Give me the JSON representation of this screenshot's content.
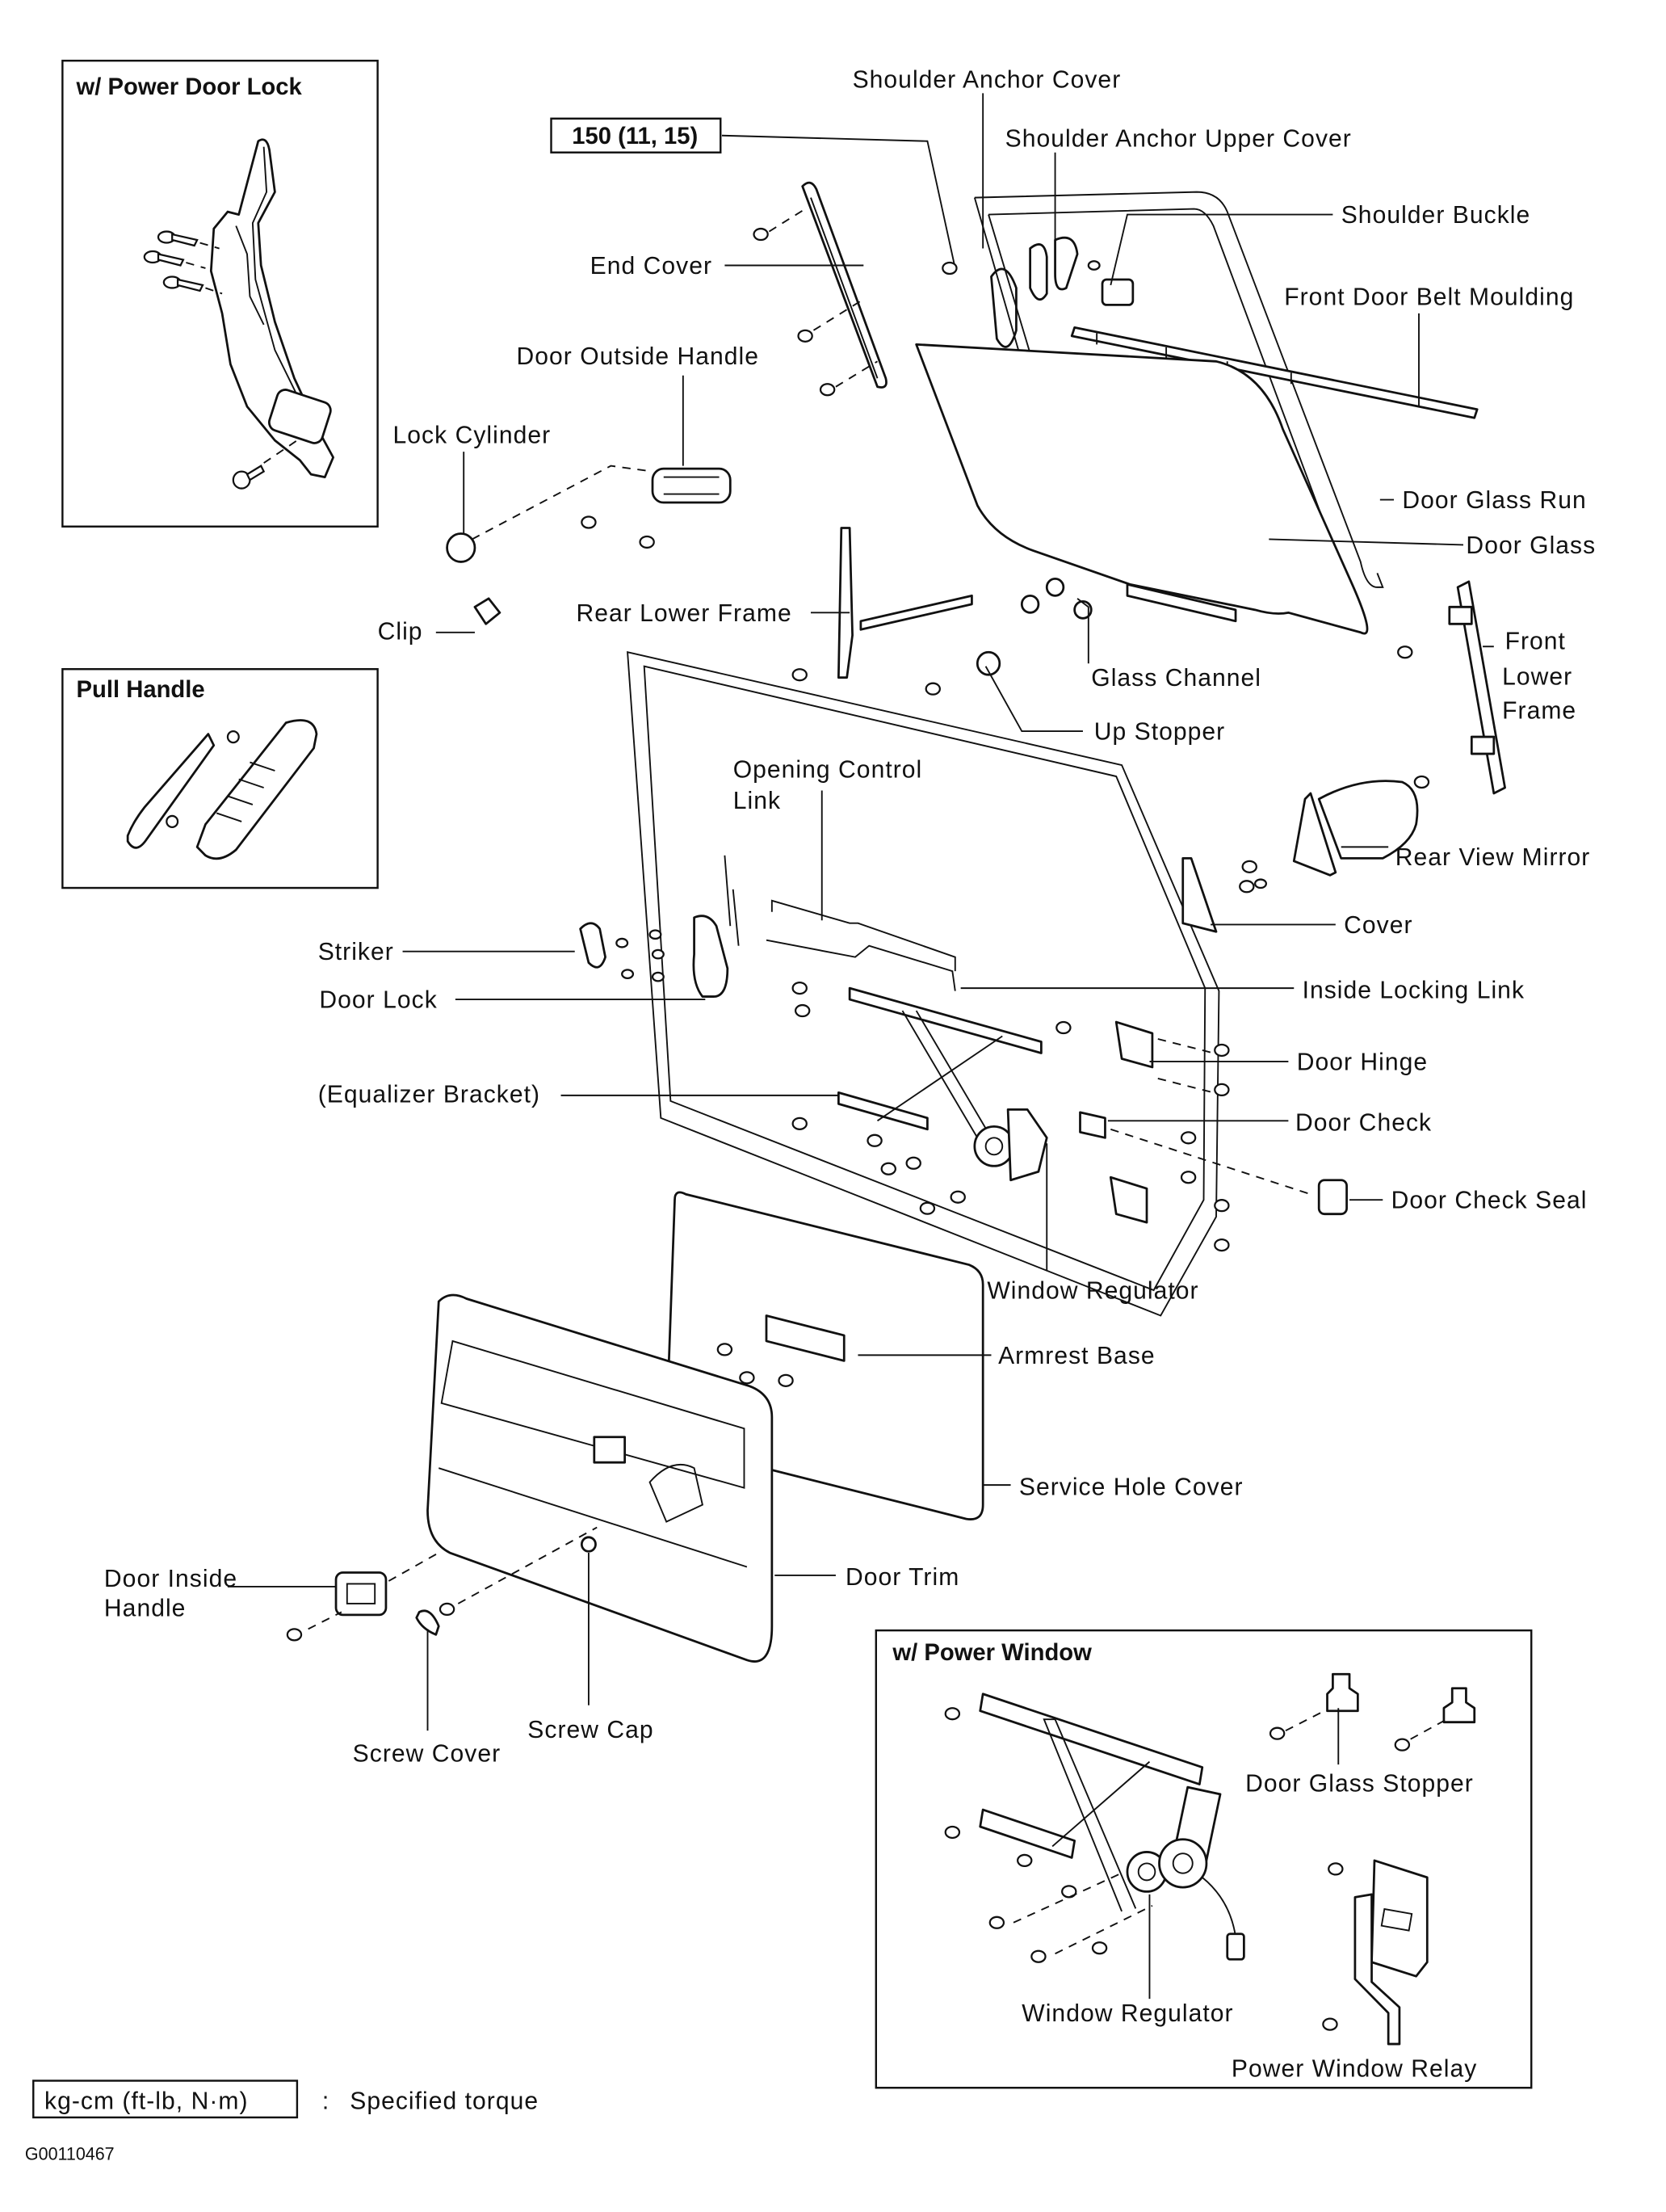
{
  "figure_id": "G00110467",
  "torque_spec": {
    "value": "150 (11, 15)",
    "legend_units": "kg-cm (ft-lb, N·m)",
    "legend_separator": ":",
    "legend_text": "Specified torque"
  },
  "insets": {
    "power_door_lock": {
      "title": "w/ Power Door Lock"
    },
    "pull_handle": {
      "title": "Pull Handle"
    },
    "power_window": {
      "title": "w/ Power Window",
      "labels": {
        "door_glass_stopper": "Door Glass Stopper",
        "window_regulator": "Window Regulator",
        "power_window_relay": "Power Window Relay"
      }
    }
  },
  "labels": {
    "shoulder_anchor_cover": "Shoulder Anchor Cover",
    "shoulder_anchor_upper_cover": "Shoulder Anchor Upper Cover",
    "shoulder_buckle": "Shoulder Buckle",
    "front_door_belt_moulding": "Front Door Belt Moulding",
    "end_cover": "End Cover",
    "door_outside_handle": "Door Outside Handle",
    "lock_cylinder": "Lock Cylinder",
    "clip": "Clip",
    "door_glass_run": "Door Glass Run",
    "door_glass": "Door Glass",
    "rear_lower_frame": "Rear Lower Frame",
    "glass_channel": "Glass Channel",
    "front_lower_frame_1": "Front",
    "front_lower_frame_2": "Lower",
    "front_lower_frame_3": "Frame",
    "up_stopper": "Up Stopper",
    "opening_control_link_1": "Opening Control",
    "opening_control_link_2": "Link",
    "rear_view_mirror": "Rear View Mirror",
    "cover": "Cover",
    "striker": "Striker",
    "door_lock": "Door Lock",
    "inside_locking_link": "Inside Locking Link",
    "door_hinge": "Door Hinge",
    "equalizer_bracket": "(Equalizer Bracket)",
    "door_check": "Door Check",
    "door_check_seal": "Door Check Seal",
    "window_regulator": "Window Regulator",
    "armrest_base": "Armrest Base",
    "service_hole_cover": "Service Hole Cover",
    "door_inside_handle_1": "Door Inside",
    "door_inside_handle_2": "Handle",
    "door_trim": "Door Trim",
    "screw_cap": "Screw Cap",
    "screw_cover": "Screw Cover"
  }
}
